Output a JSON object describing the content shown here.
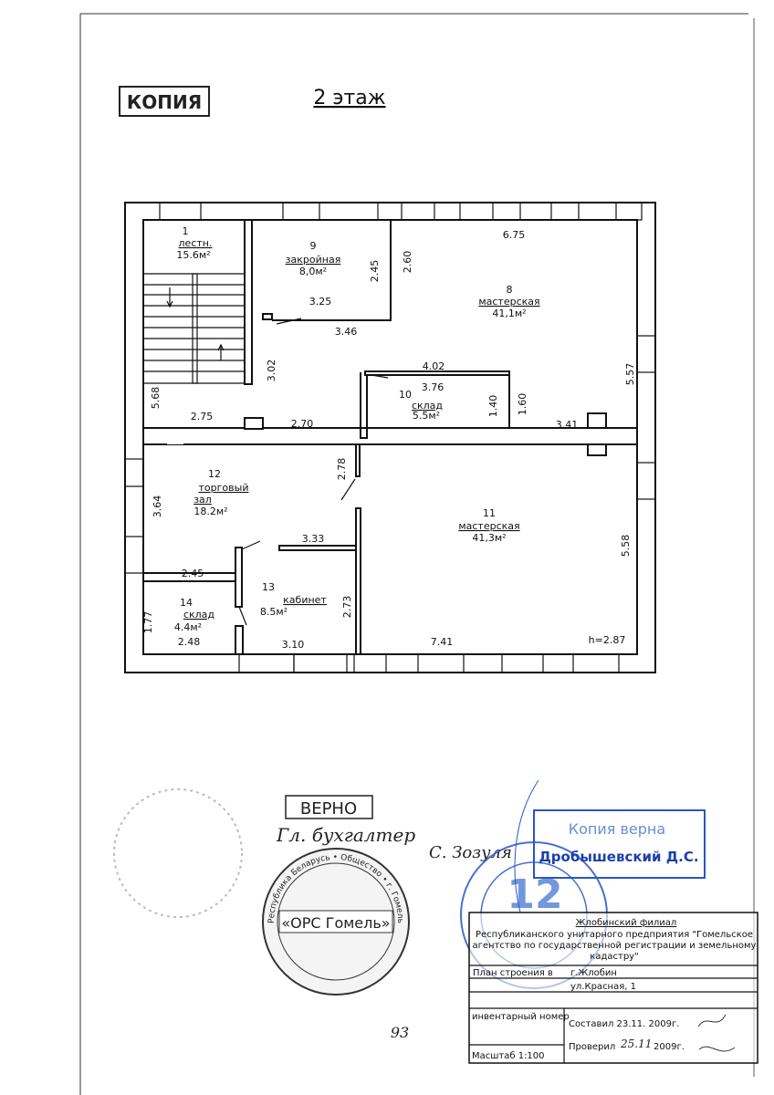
{
  "header": {
    "copy_stamp": "КОПИЯ",
    "floor_title": "2 этаж"
  },
  "rooms": [
    {
      "num": "1",
      "name": "лестн.",
      "area": "15.6м²"
    },
    {
      "num": "9",
      "name": "закройная",
      "area": "8,0м²"
    },
    {
      "num": "8",
      "name": "мастерская",
      "area": "41,1м²"
    },
    {
      "num": "10",
      "name": "склад",
      "area": "5.5м²"
    },
    {
      "num": "12",
      "name": "торговый",
      "name2": "зал",
      "area": "18.2м²"
    },
    {
      "num": "11",
      "name": "мастерская",
      "area": "41,3м²"
    },
    {
      "num": "13",
      "name": "кабинет",
      "area": "8.5м²"
    },
    {
      "num": "14",
      "name": "склад",
      "area": "4.4м²"
    }
  ],
  "dimensions": [
    "6.75",
    "2.45",
    "2.60",
    "3.25",
    "3.46",
    "3.02",
    "4.02",
    "3.76",
    "1.40",
    "1.60",
    "5.57",
    "5.68",
    "2.75",
    "2.70",
    "3.41",
    "2.78",
    "3.64",
    "3.33",
    "5.58",
    "2.45",
    "1.77",
    "2.73",
    "2.48",
    "3.10",
    "7.41",
    "h=2.87"
  ],
  "certification": {
    "verno_stamp": "ВЕРНО",
    "handwritten_line1": "Гл. бухгалтер",
    "handwritten_line2": "С. Зозуля",
    "round_stamp_center": "«ОРС Гомель»",
    "round_stamp_ring": "Республика Беларусь • Общество • г. Гомель",
    "copy_verified_stamp": "Копия верна",
    "copy_verified_name": "Дробышевский Д.С.",
    "blue_round_stamp_number": "12"
  },
  "title_block": {
    "org_title": "Жлобинский филиал",
    "org_line1": "Республиканского унитарного предприятия \"Гомельское",
    "org_line2": "агентство по государственной регистрации и земельному",
    "org_line3": "кадастру\"",
    "plan_label": "План строения в",
    "city": "г.Жлобин",
    "street": "ул.Красная, 1",
    "inventory_label": "инвентарный номер",
    "scale_label": "Масштаб 1:100",
    "compiled": "Составил 23.11. 2009г.",
    "checked_label": "Проверил",
    "checked_date": "25.11",
    "checked_year": "2009г."
  },
  "page_number": "93"
}
